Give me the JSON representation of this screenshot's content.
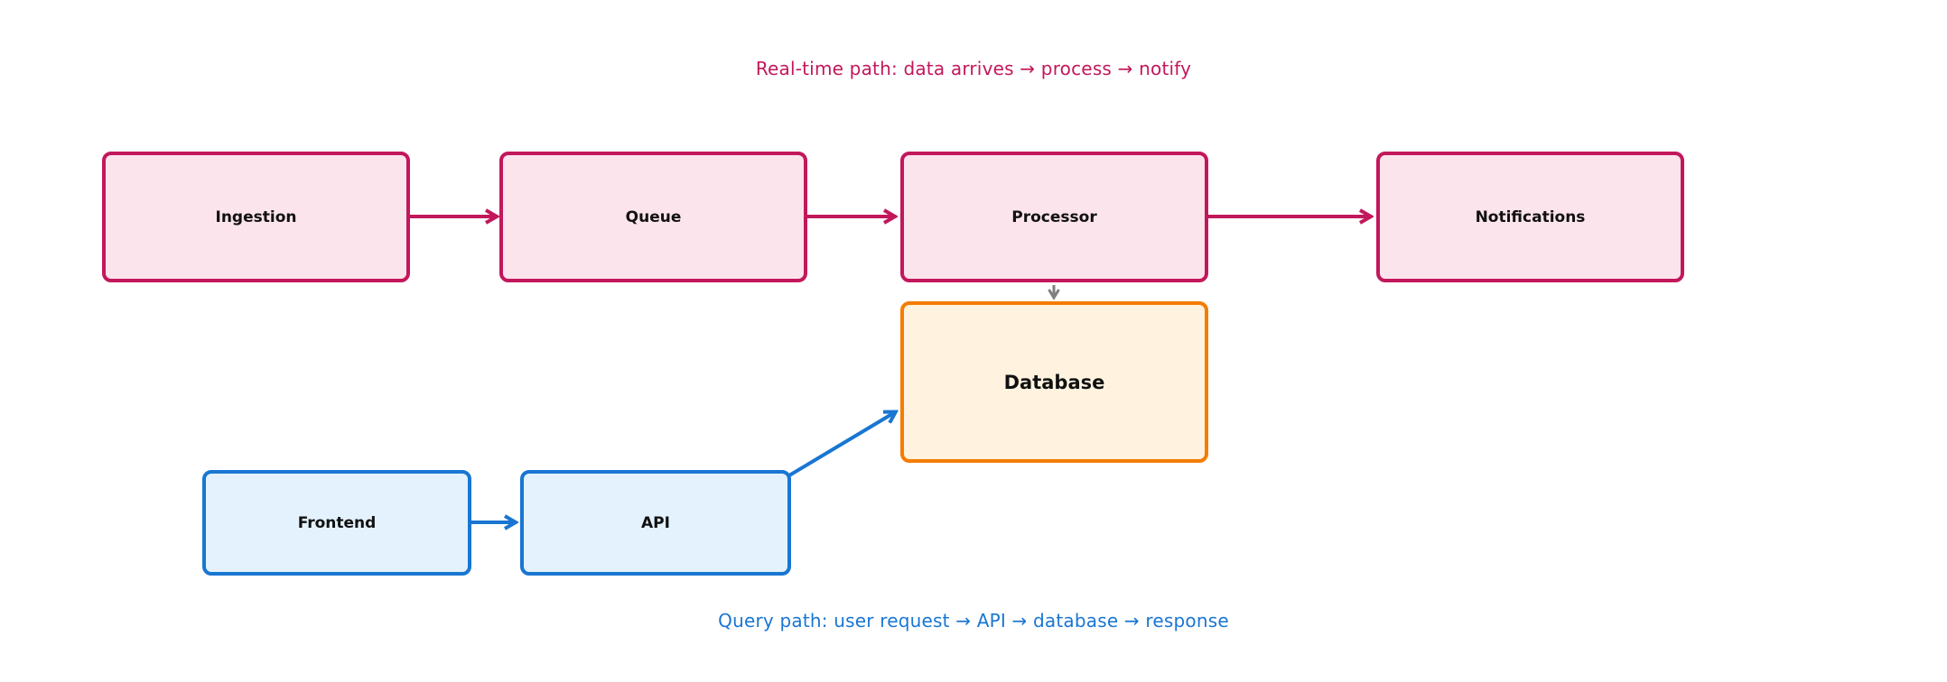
{
  "title": {
    "text": "Real-time path: data arrives → process → notify",
    "color": "#c2185b"
  },
  "caption": {
    "text": "Query path: user request → API → database → response",
    "color": "#1976d2"
  },
  "nodes": {
    "ingestion": {
      "label": "Ingestion"
    },
    "queue": {
      "label": "Queue"
    },
    "processor": {
      "label": "Processor"
    },
    "notifications": {
      "label": "Notifications"
    },
    "database": {
      "label": "Database"
    },
    "frontend": {
      "label": "Frontend"
    },
    "api": {
      "label": "API"
    }
  },
  "edges": [
    {
      "id": "ingestion-queue",
      "from": "Ingestion",
      "to": "Queue",
      "color": "#c2185b"
    },
    {
      "id": "queue-processor",
      "from": "Queue",
      "to": "Processor",
      "color": "#c2185b"
    },
    {
      "id": "processor-notifications",
      "from": "Processor",
      "to": "Notifications",
      "color": "#c2185b"
    },
    {
      "id": "processor-database",
      "from": "Processor",
      "to": "Database",
      "color": "#7f7f7f"
    },
    {
      "id": "frontend-api",
      "from": "Frontend",
      "to": "API",
      "color": "#1976d2"
    },
    {
      "id": "api-database",
      "from": "API",
      "to": "Database",
      "color": "#1976d2"
    }
  ],
  "colors": {
    "realtime_border": "#c2185b",
    "realtime_fill": "#fce4ec",
    "query_border": "#1976d2",
    "query_fill": "#e3f2fd",
    "database_border": "#f57c00",
    "database_fill": "#fff3e0",
    "link_gray": "#7f7f7f"
  }
}
